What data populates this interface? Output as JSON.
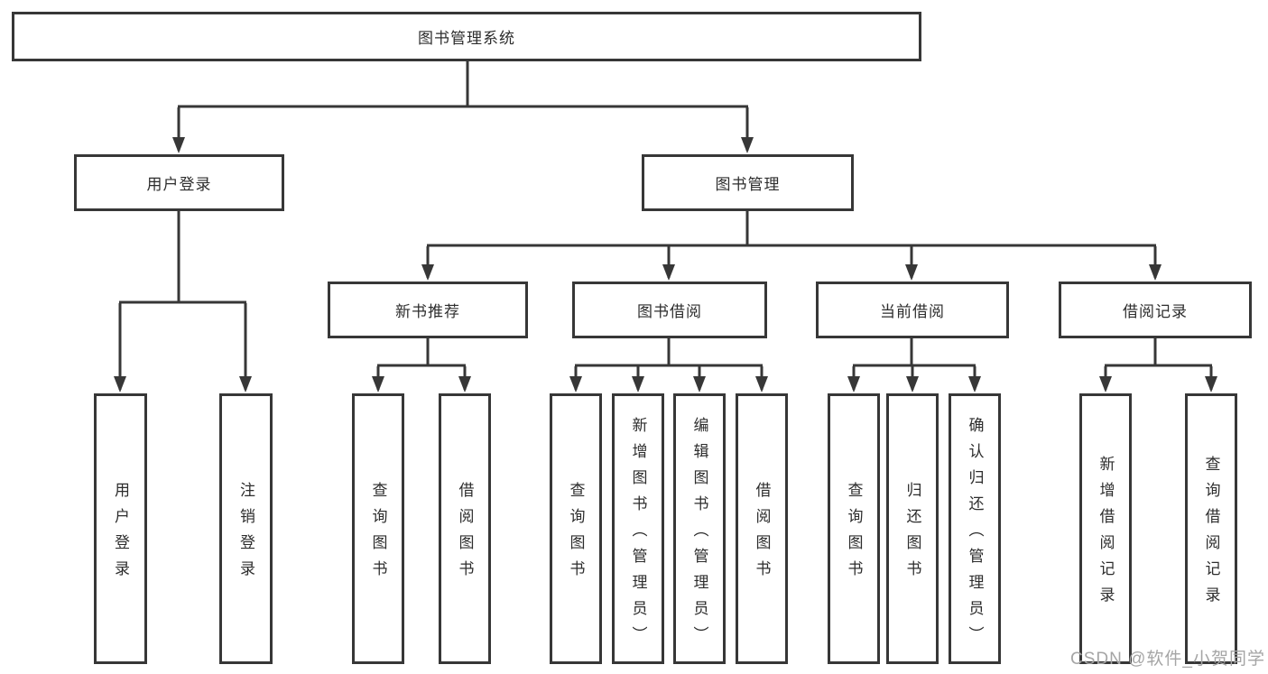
{
  "diagram": {
    "root": {
      "label": "图书管理系统"
    },
    "branches": [
      {
        "label": "用户登录",
        "children": [
          {
            "label": "用户登录"
          },
          {
            "label": "注销登录"
          }
        ]
      },
      {
        "label": "图书管理",
        "children": [
          {
            "label": "新书推荐",
            "children": [
              {
                "label": "查询图书"
              },
              {
                "label": "借阅图书"
              }
            ]
          },
          {
            "label": "图书借阅",
            "children": [
              {
                "label": "查询图书"
              },
              {
                "label": "新增图书（管理员）"
              },
              {
                "label": "编辑图书（管理员）"
              },
              {
                "label": "借阅图书"
              }
            ]
          },
          {
            "label": "当前借阅",
            "children": [
              {
                "label": "查询图书"
              },
              {
                "label": "归还图书"
              },
              {
                "label": "确认归还（管理员）"
              }
            ]
          },
          {
            "label": "借阅记录",
            "children": [
              {
                "label": "新增借阅记录"
              },
              {
                "label": "查询借阅记录"
              }
            ]
          }
        ]
      }
    ]
  },
  "watermark": {
    "text": "CSDN @软件_小贺同学"
  },
  "colors": {
    "line": "#373737",
    "border": "#373737",
    "text": "#2d2d2d",
    "watermark": "#a5a5a5",
    "background": "#ffffff"
  }
}
